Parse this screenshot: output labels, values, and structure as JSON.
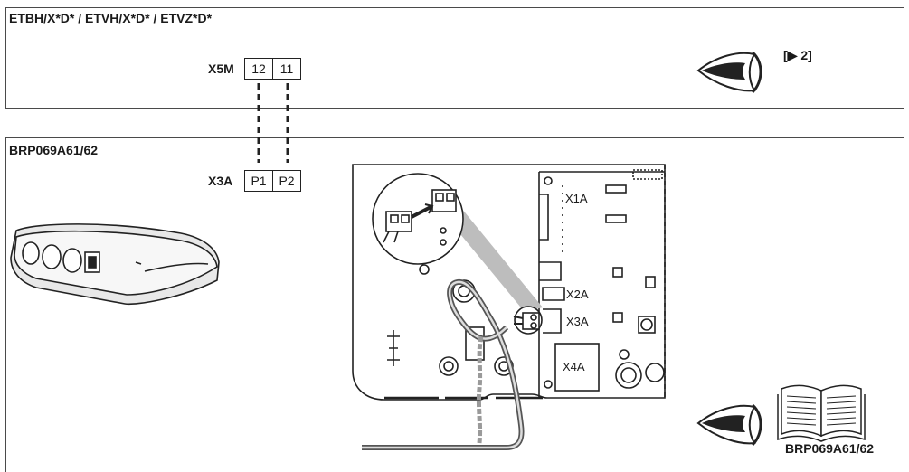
{
  "top_unit": {
    "title": "ETBH/X*D* / ETVH/X*D* / ETVZ*D*",
    "terminal_label": "X5M",
    "terminals": [
      "12",
      "11"
    ],
    "ref": "[▶ 2]"
  },
  "bottom_unit": {
    "title": "BRP069A61/62",
    "terminal_label": "X3A",
    "terminals": [
      "P1",
      "P2"
    ],
    "board_labels": [
      "X1A",
      "X2A",
      "X3A",
      "X4A"
    ],
    "manual_label": "BRP069A61/62"
  },
  "icons": [
    "eye-icon",
    "manual-book-icon",
    "adapter-device-icon"
  ]
}
